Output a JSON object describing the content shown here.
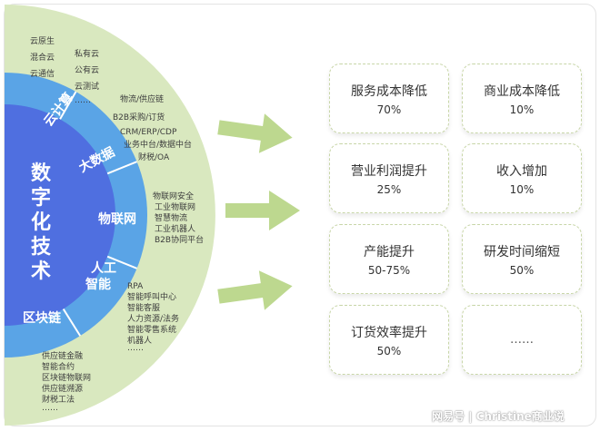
{
  "core": {
    "label": "数字化技术"
  },
  "segments": [
    {
      "label": "云计算",
      "items_col1": [
        "云原生",
        "混合云",
        "云通信"
      ],
      "items_col2": [
        "私有云",
        "公有云",
        "云测试",
        "……"
      ]
    },
    {
      "label": "大数据",
      "items": [
        "物流/供应链",
        "B2B采购/订货",
        "CRM/ERP/CDP",
        "业务中台/数据中台",
        "财税/OA"
      ]
    },
    {
      "label": "物联网",
      "items": [
        "物联网安全",
        "工业物联网",
        "智慧物流",
        "工业机器人",
        "B2B协同平台"
      ]
    },
    {
      "label": "人工智能",
      "label_lines": [
        "人工",
        "智能"
      ],
      "items": [
        "RPA",
        "智能呼叫中心",
        "智能客服",
        "人力资源/法务",
        "智能零售系统",
        "机器人",
        "……"
      ]
    },
    {
      "label": "区块链",
      "items": [
        "供应链金融",
        "智能合约",
        "区块链物联网",
        "供应链溯源",
        "财税工法",
        "……"
      ]
    }
  ],
  "results": [
    {
      "title": "服务成本降低",
      "value": "70%"
    },
    {
      "title": "商业成本降低",
      "value": "10%"
    },
    {
      "title": "营业利润提升",
      "value": "25%"
    },
    {
      "title": "收入增加",
      "value": "10%"
    },
    {
      "title": "产能提升",
      "value": "50-75%"
    },
    {
      "title": "研发时间缩短",
      "value": "50%"
    },
    {
      "title": "订货效率提升",
      "value": "50%"
    },
    {
      "title": "",
      "value": "……"
    }
  ],
  "watermark": "网易号 | Christine商业说",
  "colors": {
    "outer_ring": "#d9e8bf",
    "middle_ring": "#5aa4e6",
    "core": "#4f6fe0",
    "arrow": "#bdd88f",
    "box_border": "#c8d6a8"
  }
}
